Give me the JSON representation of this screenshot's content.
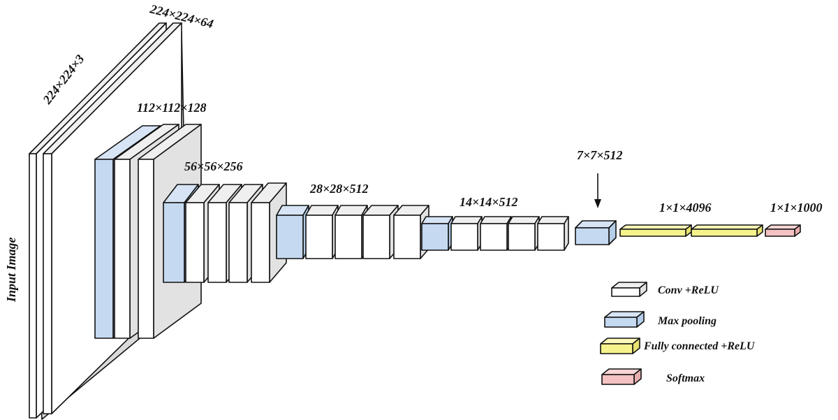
{
  "diagram": {
    "input_label": "Input Image",
    "dims": {
      "input": "224×224×3",
      "conv1": "224×224×64",
      "conv2": "112×112×128",
      "conv3": "56×56×256",
      "conv4": "28×28×512",
      "conv5": "14×14×512",
      "pool5": "7×7×512",
      "fc": "1×1×4096",
      "softmax": "1×1×1000"
    }
  },
  "legend": {
    "conv": "Conv +ReLU",
    "pool": "Max pooling",
    "fc": "Fully connected +ReLU",
    "softmax": "Softmax"
  },
  "colors": {
    "conv": "#ffffff",
    "conv_top": "#efefef",
    "conv_side": "#e2e2e2",
    "pool": "#c5d9f0",
    "pool_top": "#d6e4f5",
    "pool_side": "#b5cde8",
    "fc": "#f6f28c",
    "fc_top": "#fbf8b8",
    "fc_side": "#e8e270",
    "softmax": "#f4c2c2",
    "softmax_top": "#f8d6d6",
    "softmax_side": "#e8aeae",
    "input_plane": "#dadada"
  }
}
